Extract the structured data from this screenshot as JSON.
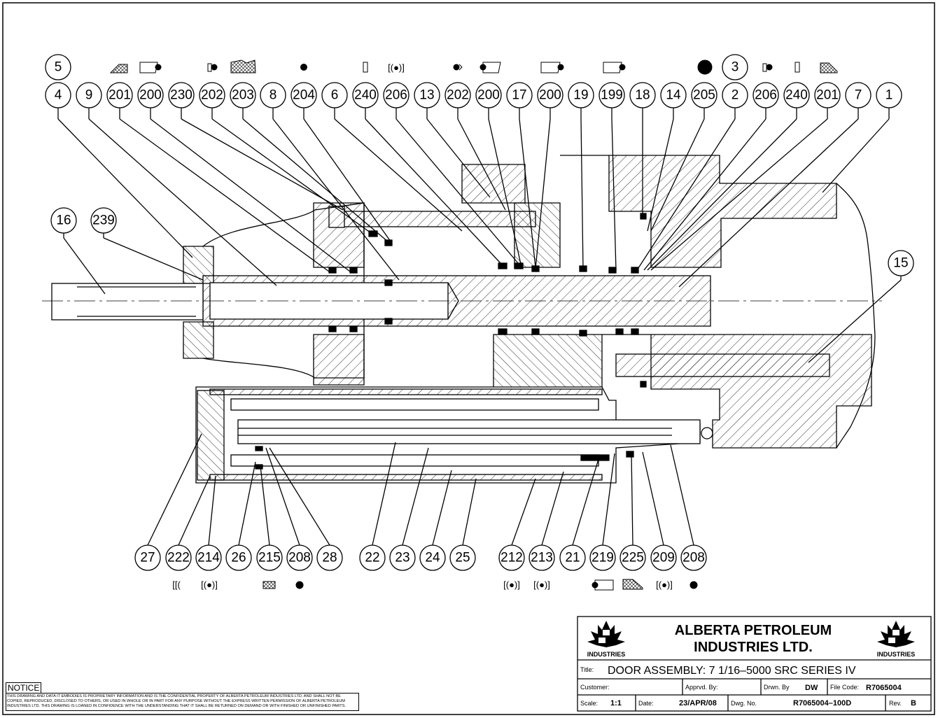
{
  "balloons_top": [
    "4",
    "9",
    "201",
    "200",
    "230",
    "202",
    "203",
    "8",
    "204",
    "6",
    "240",
    "206",
    "13",
    "202",
    "200",
    "17",
    "200",
    "19",
    "199",
    "18",
    "14",
    "205",
    "2",
    "206",
    "240",
    "201",
    "7",
    "1"
  ],
  "balloons_top_upper": [
    "5",
    "3"
  ],
  "balloons_left": [
    "16",
    "239"
  ],
  "balloon_right": "15",
  "balloons_bottom": [
    "27",
    "222",
    "214",
    "26",
    "215",
    "208",
    "28",
    "22",
    "23",
    "24",
    "25",
    "212",
    "213",
    "21",
    "219",
    "225",
    "209",
    "208"
  ],
  "title_block": {
    "company_line1": "ALBERTA PETROLEUM",
    "company_line2": "INDUSTRIES LTD.",
    "logo_caption": "INDUSTRIES",
    "title_label": "Title:",
    "title_value": "DOOR  ASSEMBLY:  7 1/16–5000  SRC  SERIES  IV",
    "customer_label": "Customer:",
    "approved_label": "Apprvd. By:",
    "drawn_label": "Drwn. By",
    "drawn_value": "DW",
    "file_code_label": "File Code:",
    "file_code_value": "R7065004",
    "scale_label": "Scale:",
    "scale_value": "1:1",
    "date_label": "Date:",
    "date_value": "23/APR/08",
    "dwg_label": "Dwg. No.",
    "dwg_value": "R7065004–100D",
    "rev_label": "Rev.",
    "rev_value": "B"
  },
  "notice": {
    "title": "NOTICE",
    "text": "THIS DRAWING AND DATA IT EMBODIES IS PROPRIETARY INFORMATION AND IS THE CONFIDENTIAL PROPERTY OF ALBERTA PETROLEUM INDUSTRIES LTD. AND SHALL NOT BE COPIED, REPRODUCED, DISCLOSED TO OTHERS, OR USED IN WHOLE OR IN PART FOR ANY PURPOSE WITHOUT THE EXPRESS WRITTEN PERMISSION OF ALBERTA PETROLEUM INDUSTRIES LTD. THIS DRAWING IS LOANED IN CONFIDENCE WITH THE UNDERSTANDING THAT IT SHALL BE RETURNED ON DEMAND OR WITH FINISHED OR UNFINISHED PARTS."
  }
}
